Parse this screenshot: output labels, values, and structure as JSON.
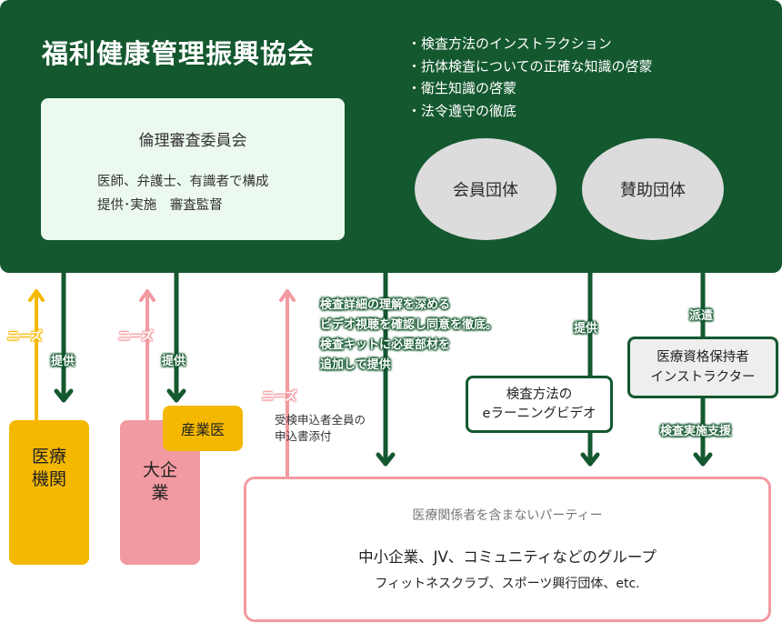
{
  "organization": {
    "title": "福利健康管理振興協会",
    "bullets": [
      "・検査方法のインストラクション",
      "・抗体検査についての正確な知識の啓蒙",
      "・衛生知識の啓蒙",
      "・法令遵守の徹底"
    ],
    "ethics_committee": {
      "name": "倫理審査委員会",
      "line1": "医師、弁護士、有識者で構成",
      "line2": "提供･実施　審査監督"
    },
    "member_groups": "会員団体",
    "supporting_groups": "賛助団体"
  },
  "labels": {
    "needs": "ニーズ",
    "provide": "提供",
    "dispatch": "派遣",
    "exam_support": "検査実施支援",
    "video_note": [
      "検査詳細の理解を深める",
      "ビデオ視聴を確認し同意を徹底。",
      "検査キットに必要部材を",
      "追加して提供"
    ],
    "attach_note": [
      "受検申込者全員の",
      "申込書添付"
    ]
  },
  "nodes": {
    "medical_institution": "医療機関",
    "large_company": "大企業",
    "industrial_doctor": "産業医",
    "elearning_video": [
      "検査方法の",
      "eラーニングビデオ"
    ],
    "instructor": [
      "医療資格保持者",
      "インストラクター"
    ]
  },
  "party": {
    "heading": "医療関係者を含まないパーティー",
    "main": "中小企業、JV、コミュニティなどのグループ",
    "sub": "フィットネスクラブ、スポーツ興行団体、etc."
  },
  "colors": {
    "dark_green": "#14582f",
    "yellow": "#f5b800",
    "pink": "#f29aa1",
    "light_green": "#ecf9ef",
    "gray": "#dcdcdc"
  }
}
